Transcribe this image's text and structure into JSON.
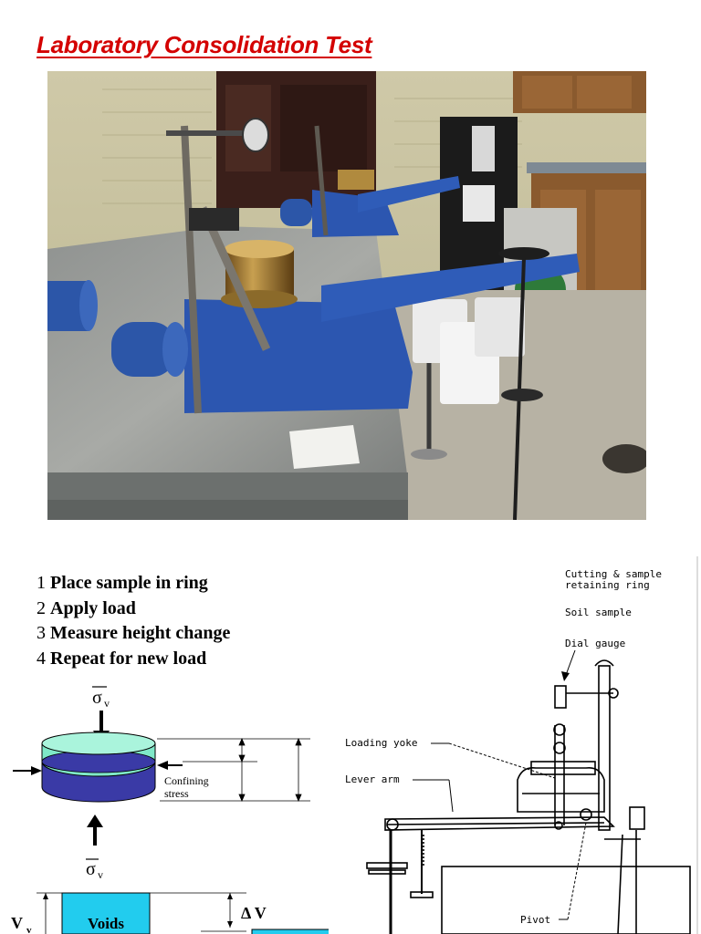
{
  "page": {
    "title": "Laboratory Consolidation Test"
  },
  "steps": [
    {
      "num": "1",
      "text": "Place sample in ring"
    },
    {
      "num": "2",
      "text": "Apply load"
    },
    {
      "num": "3",
      "text": "Measure height change"
    },
    {
      "num": "4",
      "text": "Repeat for new load"
    }
  ],
  "sample_diagram": {
    "sigma_top": "σ",
    "sigma_sub": "v",
    "confining_label_1": "Confining",
    "confining_label_2": "stress",
    "sigma_bottom": "σ",
    "sigma_bottom_sub": "v",
    "vv_label": "V",
    "vv_sub": "v",
    "voids_label": "Voids",
    "delta_v": "Δ V",
    "colors": {
      "water": "#7fe8c8",
      "soil": "#3a3aa6",
      "voids": "#22ccee"
    }
  },
  "apparatus_labels": {
    "ring": "Cutting & sample retaining ring",
    "ring_line1": "Cutting & sample",
    "ring_line2": "retaining ring",
    "soil": "Soil sample",
    "dial": "Dial gauge",
    "yoke": "Loading yoke",
    "lever": "Lever arm",
    "pivot": "Pivot"
  }
}
